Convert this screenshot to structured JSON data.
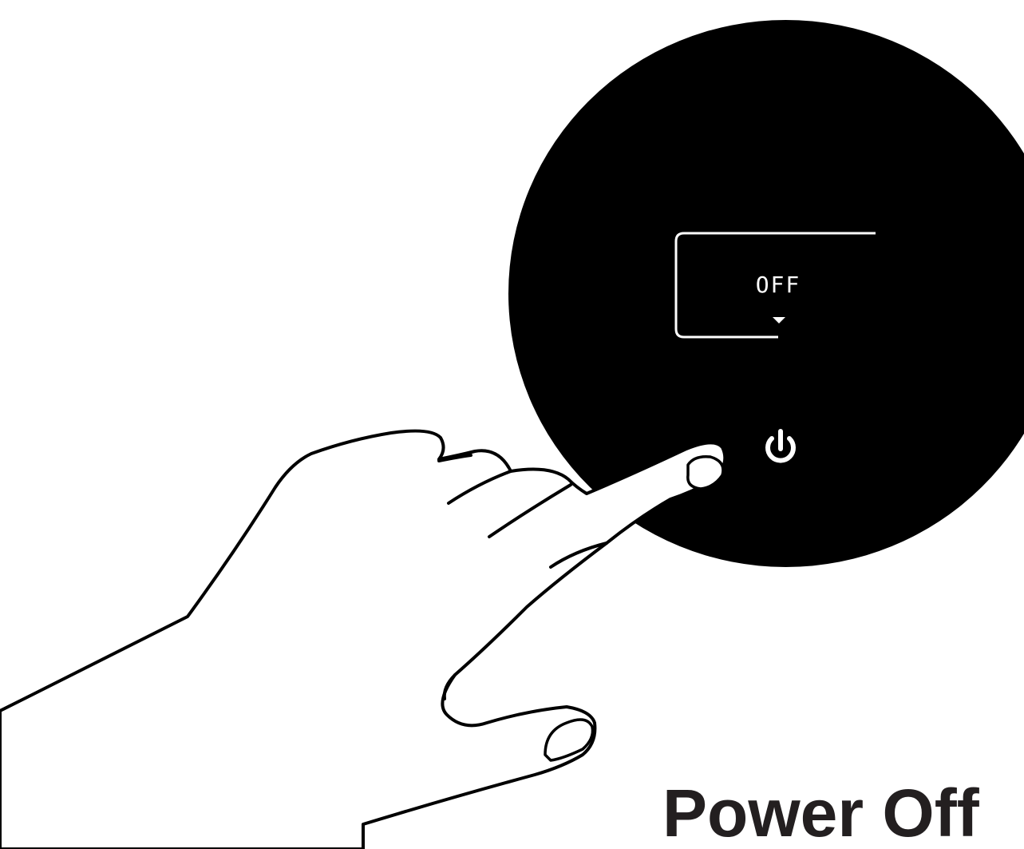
{
  "display": {
    "status": "OFF"
  },
  "caption": "Power Off",
  "icons": {
    "power": "power-icon",
    "down_arrow": "triangle-down-icon",
    "hand": "pointing-hand-illustration"
  },
  "colors": {
    "device": "#000000",
    "display_text": "#ffffff",
    "caption": "#231f20",
    "background": "#ffffff"
  }
}
